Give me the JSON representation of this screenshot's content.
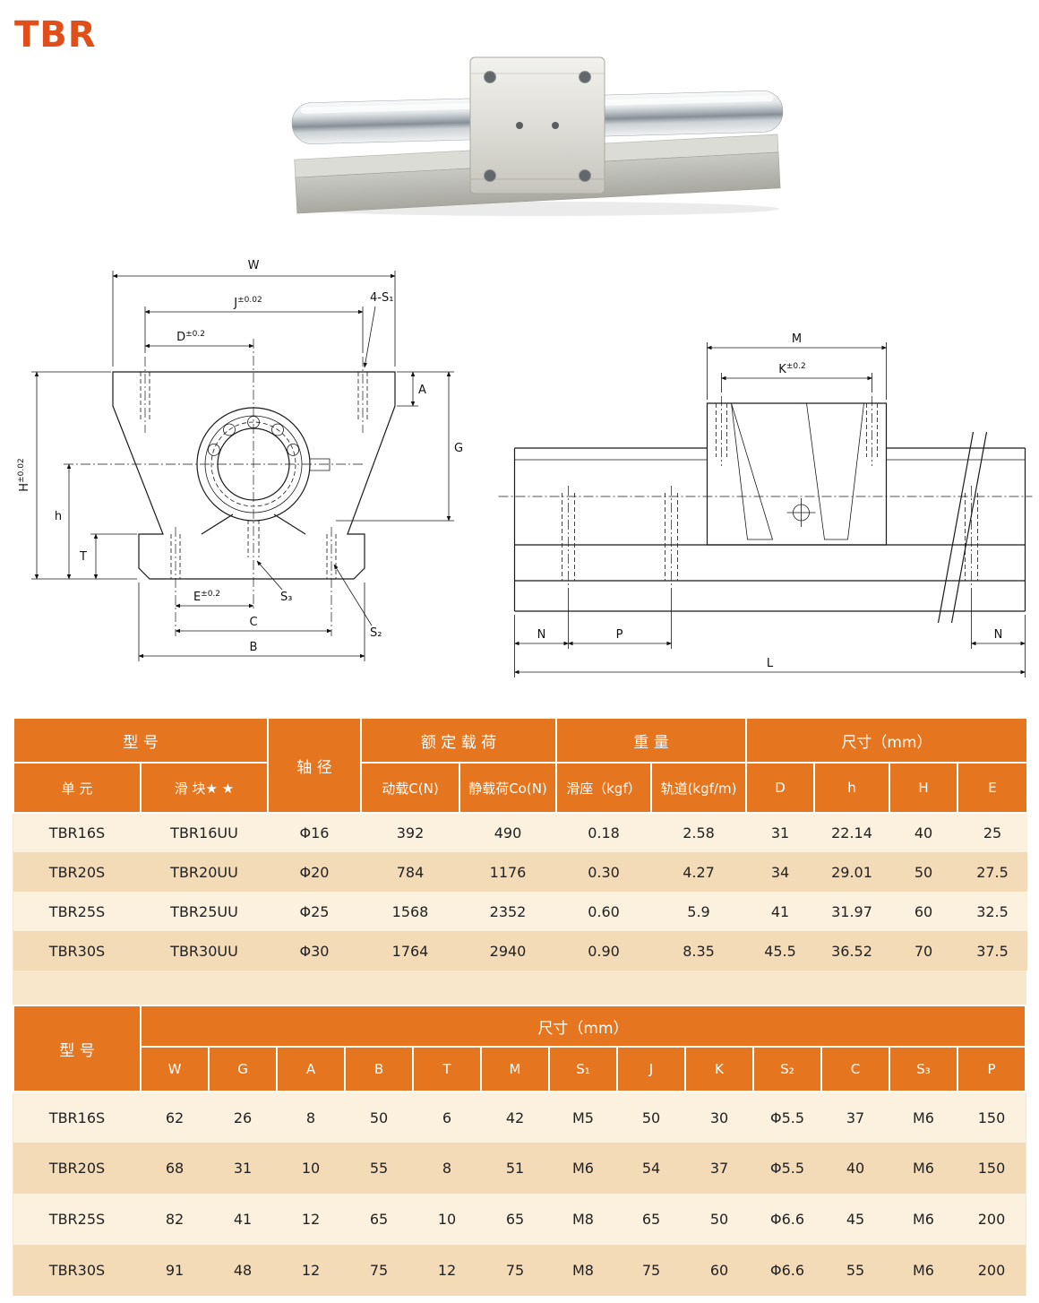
{
  "page": {
    "title": "TBR"
  },
  "front_view": {
    "W": "W",
    "J": "J",
    "J_tol": "±0.02",
    "D": "D",
    "D_tol": "±0.2",
    "S1": "4-S₁",
    "A": "A",
    "G": "G",
    "H": "H",
    "H_tol": "±0.02",
    "h": "h",
    "T": "T",
    "E": "E",
    "E_tol": "±0.2",
    "S3": "S₃",
    "C": "C",
    "S2": "S₂",
    "B": "B"
  },
  "side_view": {
    "M": "M",
    "K": "K",
    "K_tol": "±0.2",
    "N_left": "N",
    "P": "P",
    "N_right": "N",
    "L": "L"
  },
  "table1": {
    "headers": {
      "model_group": "型  号",
      "unit": "单 元",
      "block": "滑 块★ ★",
      "shaft": "轴 径",
      "load_group": "额 定 载 荷",
      "dynamic": "动载C(N)",
      "static": "静载荷Co(N)",
      "weight_group": "重  量",
      "carriage": "滑座（kgf）",
      "rail": "轨道(kgf/m)",
      "dims_group": "尺寸（mm）",
      "D": "D",
      "h": "h",
      "H": "H",
      "E": "E"
    },
    "rows": [
      [
        "TBR16S",
        "TBR16UU",
        "Φ16",
        "392",
        "490",
        "0.18",
        "2.58",
        "31",
        "22.14",
        "40",
        "25"
      ],
      [
        "TBR20S",
        "TBR20UU",
        "Φ20",
        "784",
        "1176",
        "0.30",
        "4.27",
        "34",
        "29.01",
        "50",
        "27.5"
      ],
      [
        "TBR25S",
        "TBR25UU",
        "Φ25",
        "1568",
        "2352",
        "0.60",
        "5.9",
        "41",
        "31.97",
        "60",
        "32.5"
      ],
      [
        "TBR30S",
        "TBR30UU",
        "Φ30",
        "1764",
        "2940",
        "0.90",
        "8.35",
        "45.5",
        "36.52",
        "70",
        "37.5"
      ]
    ]
  },
  "table2": {
    "headers": {
      "model": "型  号",
      "dims_group": "尺寸（mm）",
      "cols": [
        "W",
        "G",
        "A",
        "B",
        "T",
        "M",
        "S₁",
        "J",
        "K",
        "S₂",
        "C",
        "S₃",
        "P"
      ]
    },
    "rows": [
      [
        "TBR16S",
        "62",
        "26",
        "8",
        "50",
        "6",
        "42",
        "M5",
        "50",
        "30",
        "Φ5.5",
        "37",
        "M6",
        "150"
      ],
      [
        "TBR20S",
        "68",
        "31",
        "10",
        "55",
        "8",
        "51",
        "M6",
        "54",
        "37",
        "Φ5.5",
        "40",
        "M6",
        "150"
      ],
      [
        "TBR25S",
        "82",
        "41",
        "12",
        "65",
        "10",
        "65",
        "M8",
        "65",
        "50",
        "Φ6.6",
        "45",
        "M6",
        "200"
      ],
      [
        "TBR30S",
        "91",
        "48",
        "12",
        "75",
        "12",
        "75",
        "M8",
        "75",
        "60",
        "Φ6.6",
        "55",
        "M6",
        "200"
      ]
    ]
  },
  "colors": {
    "accent": "#E04E1A",
    "header_bg": "#E6751F",
    "row_light": "#FBF1DE",
    "row_dark": "#F4DBB8",
    "gap_bg": "#F9E7CC"
  }
}
